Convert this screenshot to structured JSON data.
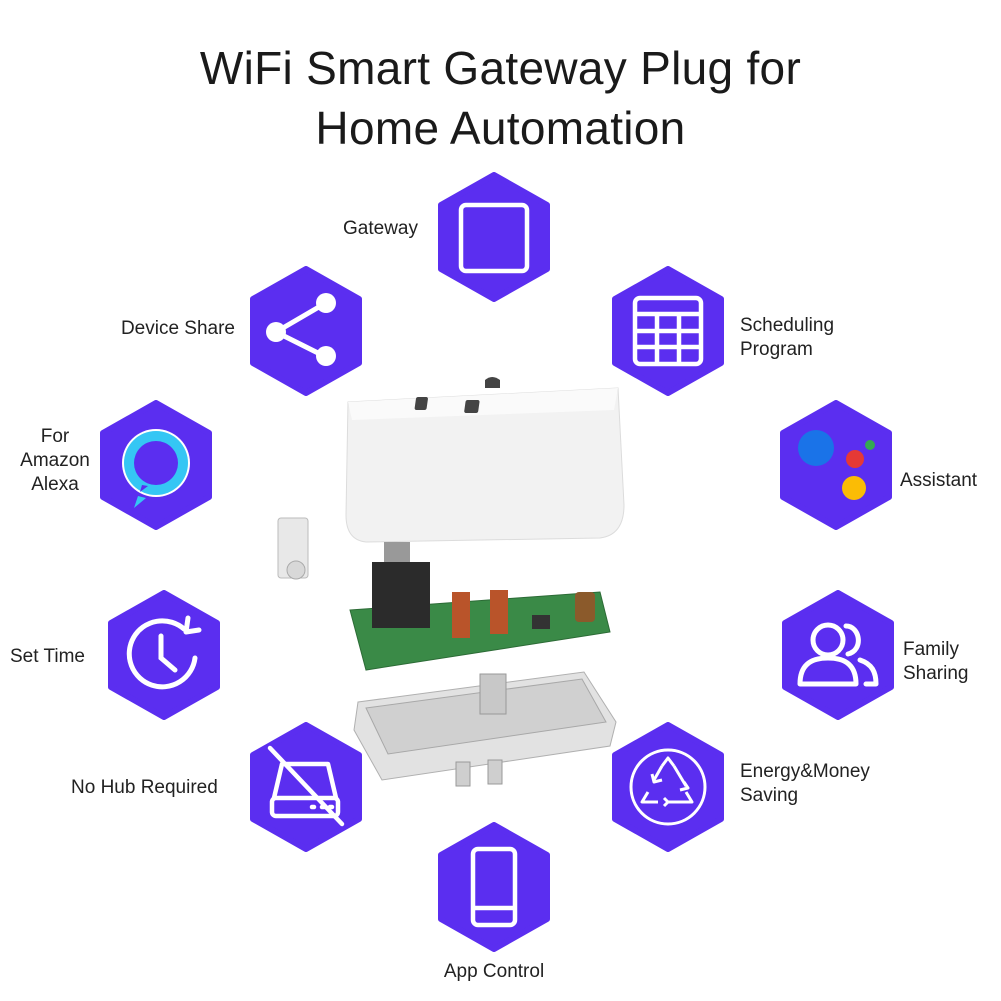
{
  "title": {
    "line1": "WiFi Smart Gateway Plug for",
    "line2": "Home Automation"
  },
  "colors": {
    "hex_fill": "#5b2ef0",
    "icon_stroke": "#ffffff",
    "assistant_blue": "#1a73e8",
    "assistant_red": "#e53935",
    "assistant_yellow": "#fbbc05",
    "assistant_green": "#34a853",
    "alexa_cyan": "#35c6f4"
  },
  "features": {
    "gateway": {
      "label": "Gateway",
      "icon": "gateway-square-icon"
    },
    "device_share": {
      "label": "Device Share",
      "icon": "share-icon"
    },
    "scheduling": {
      "label_line1": "Scheduling",
      "label_line2": "Program",
      "icon": "calendar-grid-icon"
    },
    "alexa": {
      "label_line1": "For",
      "label_line2": "Amazon",
      "label_line3": "Alexa",
      "icon": "alexa-icon"
    },
    "assistant": {
      "label": "Assistant",
      "icon": "google-assistant-icon"
    },
    "set_time": {
      "label": "Set Time",
      "icon": "clock-icon"
    },
    "family": {
      "label_line1": "Family",
      "label_line2": "Sharing",
      "icon": "users-icon"
    },
    "no_hub": {
      "label": "No Hub Required",
      "icon": "no-hub-icon"
    },
    "energy": {
      "label_line1": "Energy&Money",
      "label_line2": "Saving",
      "icon": "recycle-icon"
    },
    "app_control": {
      "label": "App Control",
      "icon": "phone-icon"
    }
  },
  "product": {
    "image": "exploded-smart-plug-illustration"
  }
}
